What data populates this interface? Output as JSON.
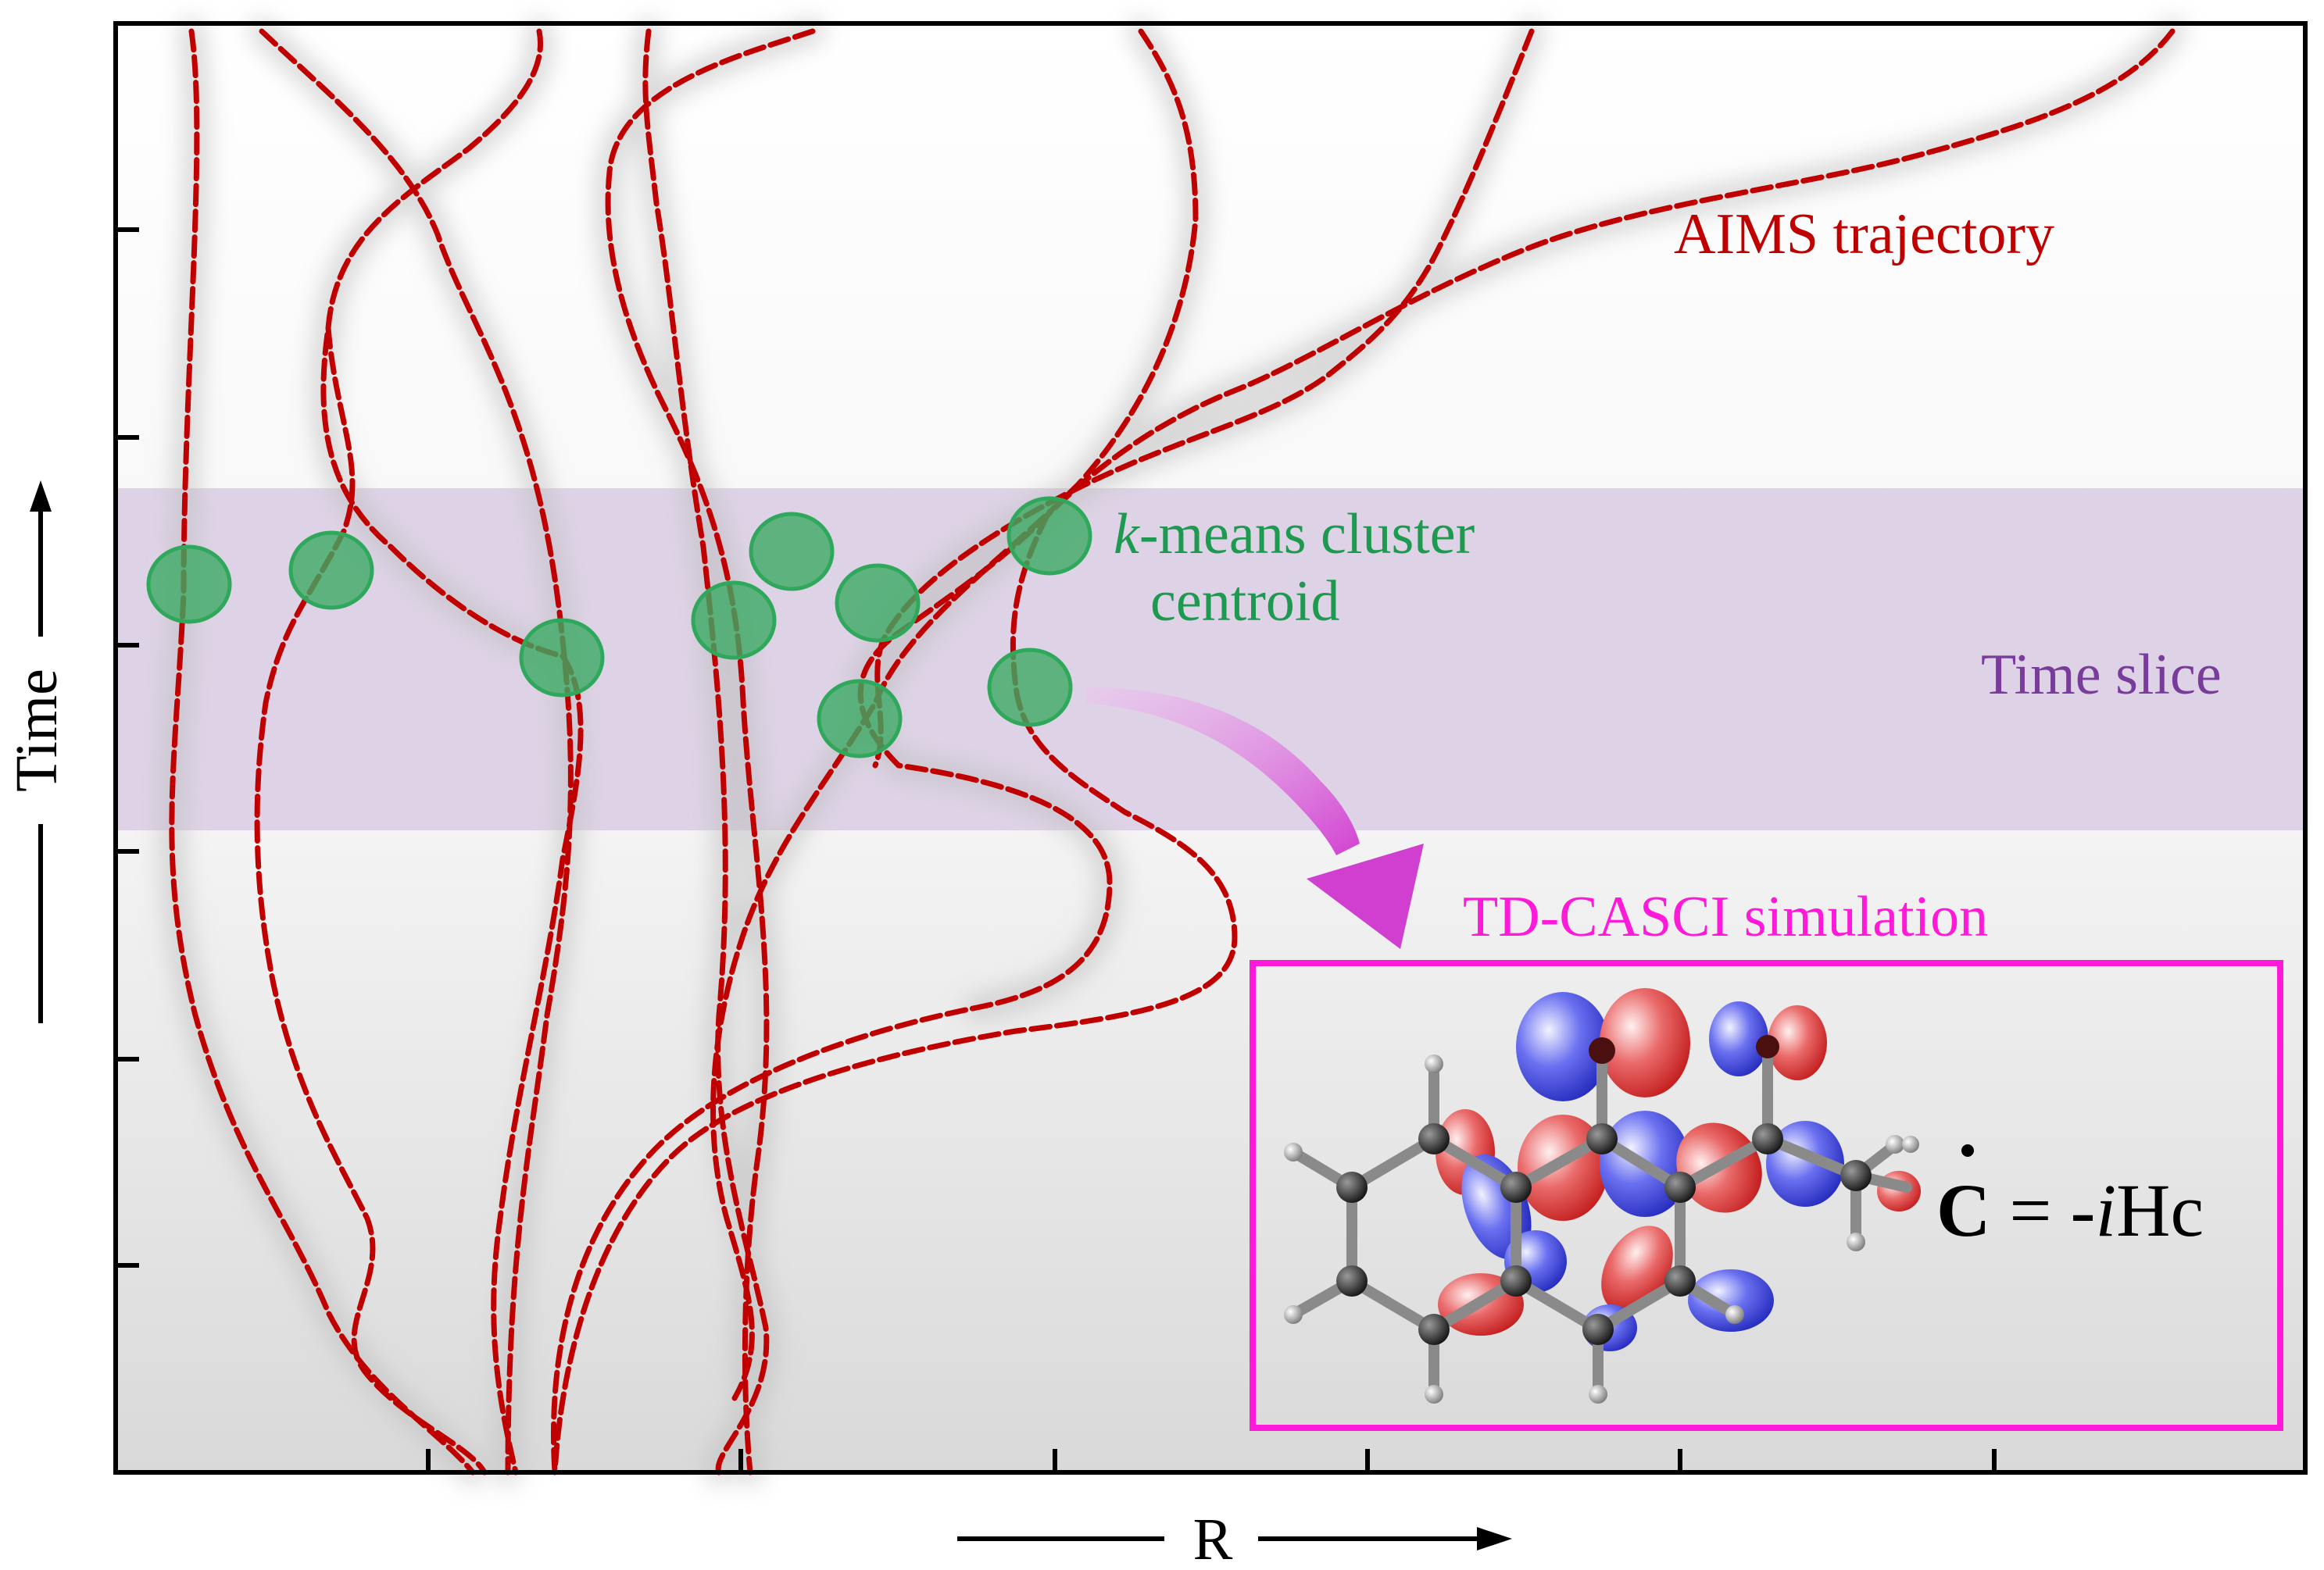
{
  "axes": {
    "x_label": "R",
    "y_label": "Time"
  },
  "labels": {
    "trajectory": "AIMS trajectory",
    "cluster_italic": "k",
    "cluster_rest": "-means cluster",
    "cluster_line2": "centroid",
    "time_slice": "Time slice",
    "simulation": "TD-CASCI simulation"
  },
  "equation": {
    "lhs": "C",
    "equals": " = -",
    "italic_i": "i",
    "rhs": "Hc"
  },
  "colors": {
    "trajectory": "#c00000",
    "centroid_fill": "#3caa64",
    "centroid_text": "#1e9a50",
    "time_slice_band": "#d9cce3",
    "time_slice_text": "#7a3c9a",
    "simulation": "#ff1ad9",
    "arrow": "#d64fd6",
    "orbital_positive": "#2b32c8",
    "orbital_negative": "#d21e1e"
  },
  "icons": {
    "y_arrow": "up-arrow-icon",
    "x_arrow": "right-arrow-icon",
    "pointer": "curved-arrow-icon",
    "molecule": "molecule-orbital-icon"
  }
}
